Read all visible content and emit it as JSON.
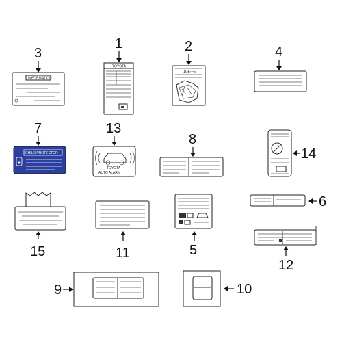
{
  "callouts": {
    "c1": "1",
    "c2": "2",
    "c3": "3",
    "c4": "4",
    "c5": "5",
    "c6": "6",
    "c7": "7",
    "c8": "8",
    "c9": "9",
    "c10": "10",
    "c11": "11",
    "c12": "12",
    "c13": "13",
    "c14": "14",
    "c15": "15"
  },
  "label_text": {
    "information": "INFORMATION",
    "toyota": "TOYOTA",
    "engine_code": "1GE-FE",
    "child_protector": "CHILD PROTECTOR",
    "alarm_brand": "TOYOTA",
    "alarm_name": "AUTO ALARM"
  },
  "colors": {
    "label_7_fill": "#2b3f9e",
    "stroke": "#222222"
  }
}
